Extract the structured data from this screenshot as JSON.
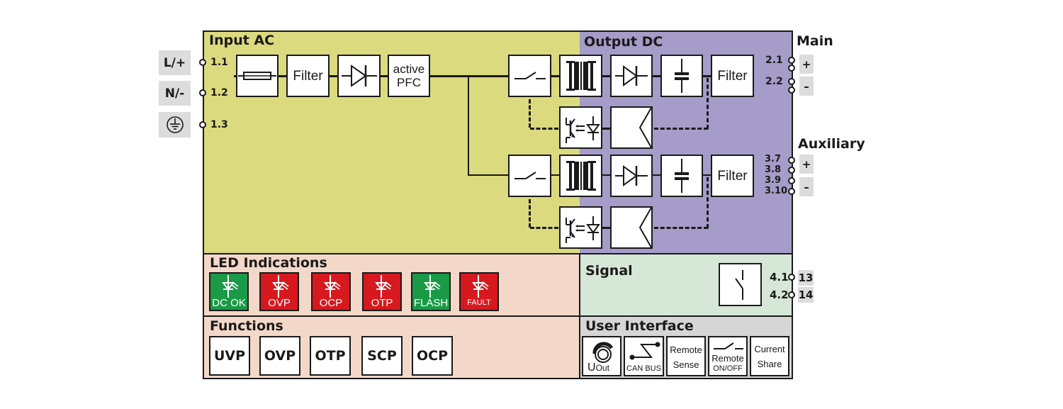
{
  "colors": {
    "input_ac": "#dcda7e",
    "output_dc": "#a59cc9",
    "led_panel": "#f3d8c9",
    "signal": "#d6e7d8",
    "user_interface": "#d6d6d6",
    "led_green": "#1a9a46",
    "led_red": "#d7191f",
    "terminal_label_bg": "#dcdcdc"
  },
  "input_ac": {
    "title": "Input AC",
    "terminals": [
      {
        "side_label": "L/+",
        "id": "1.1"
      },
      {
        "side_label": "N/-",
        "id": "1.2"
      },
      {
        "side_label_icon": "ground-icon",
        "id": "1.3"
      }
    ],
    "blocks": [
      {
        "icon": "fuse-icon"
      },
      {
        "label": "Filter"
      },
      {
        "icon": "rectifier-diode-icon"
      },
      {
        "label_line1": "active",
        "label_line2": "PFC"
      }
    ]
  },
  "output_dc": {
    "title": "Output DC",
    "channels": [
      {
        "name": "Main",
        "blocks": [
          "switch-icon",
          "transformer-icon",
          "diode-icon",
          "capacitor-icon",
          "Filter"
        ],
        "feedback": [
          "optocoupler-icon",
          "comparator-icon"
        ],
        "terminals": [
          {
            "id": "2.1",
            "polarity": "+"
          },
          {
            "id": "2.2",
            "polarity": "–"
          }
        ]
      },
      {
        "name": "Auxiliary",
        "blocks": [
          "switch-icon",
          "transformer-icon",
          "diode-icon",
          "capacitor-icon",
          "Filter"
        ],
        "feedback": [
          "optocoupler-icon",
          "comparator-icon"
        ],
        "terminals": [
          {
            "id": "3.7"
          },
          {
            "id": "3.8"
          },
          {
            "id": "3.9"
          },
          {
            "id": "3.10"
          }
        ],
        "polarity": [
          "+",
          "–"
        ]
      }
    ],
    "filter_label": "Filter"
  },
  "led_indications": {
    "title": "LED Indications",
    "items": [
      {
        "label": "DC OK",
        "color": "green"
      },
      {
        "label": "OVP",
        "color": "red"
      },
      {
        "label": "OCP",
        "color": "red"
      },
      {
        "label": "OTP",
        "color": "red"
      },
      {
        "label": "FLASH",
        "color": "green"
      },
      {
        "label": "FAULT",
        "color": "red"
      }
    ]
  },
  "signal": {
    "title": "Signal",
    "terminals": [
      {
        "id": "4.1",
        "pin": "13"
      },
      {
        "id": "4.2",
        "pin": "14"
      }
    ]
  },
  "functions": {
    "title": "Functions",
    "items": [
      "UVP",
      "OVP",
      "OTP",
      "SCP",
      "OCP"
    ]
  },
  "user_interface": {
    "title": "User Interface",
    "items": [
      {
        "label": "U",
        "sub": "Out",
        "icon": "potentiometer-icon"
      },
      {
        "label": "CAN BUS",
        "icon": "can-bus-icon"
      },
      {
        "label_line1": "Remote",
        "label_line2": "Sense"
      },
      {
        "label_line1": "Remote",
        "label_line2": "ON/OFF",
        "icon": "switch-icon"
      },
      {
        "label_line1": "Current",
        "label_line2": "Share"
      }
    ]
  }
}
